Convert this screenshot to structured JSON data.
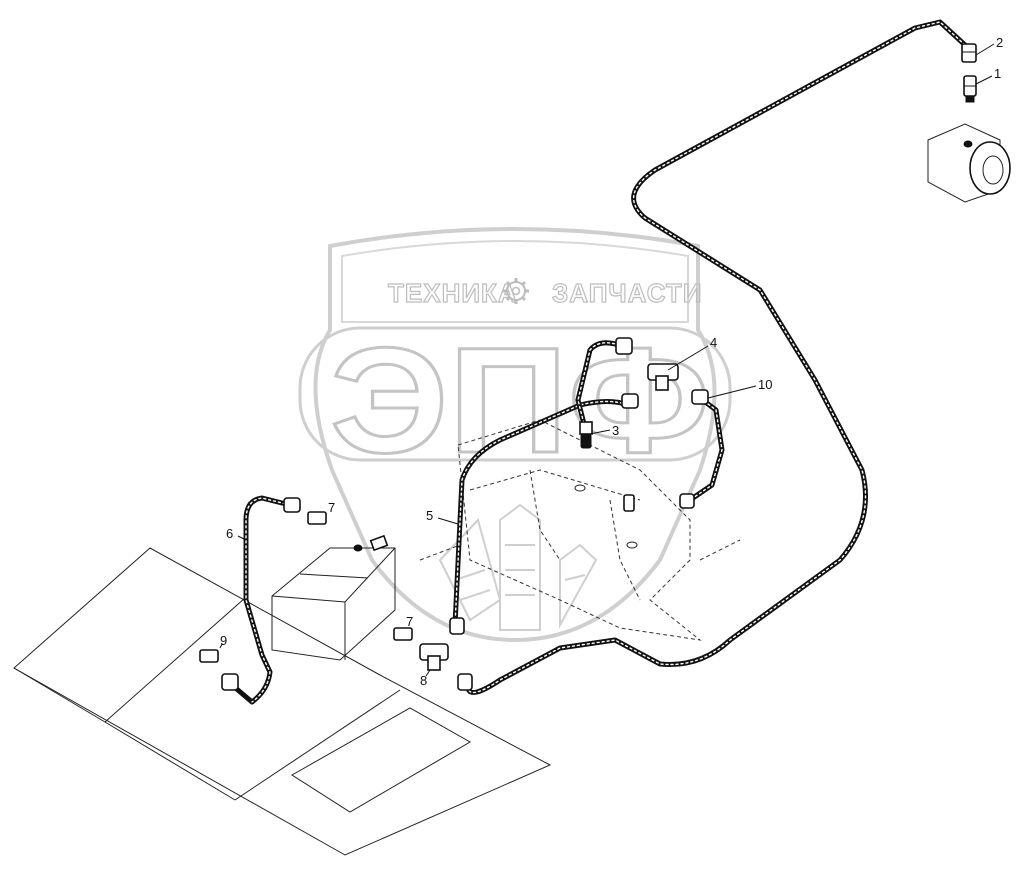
{
  "watermark": {
    "word_left": "ТЕХНИКА",
    "word_right": "ЗАПЧАСТИ",
    "logo": "ЭПФ",
    "gear_icon": "gear-icon"
  },
  "callouts": {
    "c1": "1",
    "c2": "2",
    "c3": "3",
    "c4": "4",
    "c5": "5",
    "c6": "6",
    "c7a": "7",
    "c7b": "7",
    "c8": "8",
    "c9": "9",
    "c10": "10"
  },
  "colors": {
    "line": "#111111",
    "watermark": "#c4c4c4"
  }
}
